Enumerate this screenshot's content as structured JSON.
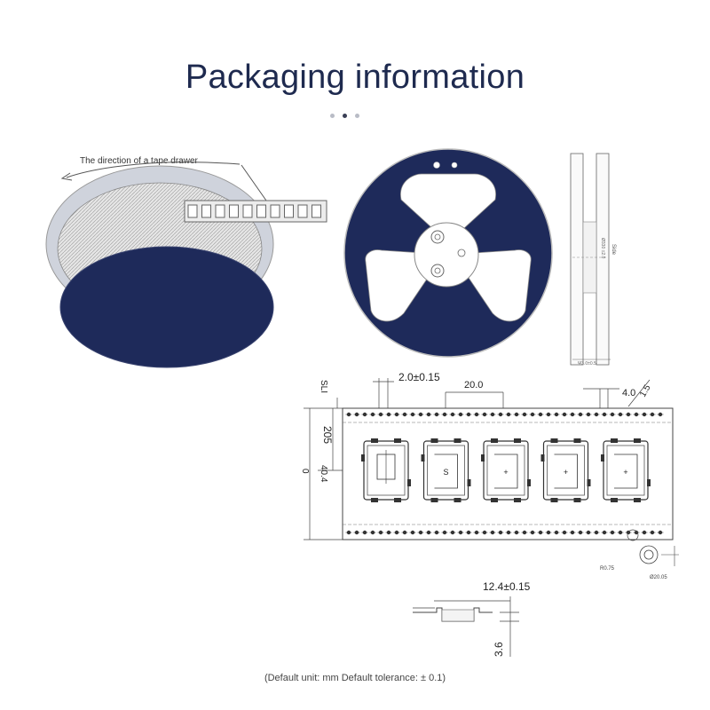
{
  "page": {
    "title": "Packaging information",
    "carousel_dots": 3,
    "active_dot": 1,
    "footer_note": "(Default unit: mm Default tolerance: ± 0.1)"
  },
  "reel_perspective": {
    "direction_label": "The direction of a tape drawer",
    "pocket_count": 10
  },
  "reel_side": {
    "side_label": "Side",
    "dimension_label": "Ø330 ±2.0",
    "bottom_label": "Ψ3.0±0.5"
  },
  "tape_drawing": {
    "dimensions": {
      "hole_width": "2.0±0.15",
      "pitch": "20.0",
      "sprocket_pitch": "4.0",
      "hole_diameter": "1.5",
      "top_edge": "SLI",
      "edge_to_center": "205",
      "tape_width": "40.4",
      "zero_ref": "0",
      "corner_radius": "R0.75",
      "hole_small": "Ø20.05",
      "cavity_depth": "12.4±0.15",
      "tape_thickness": "3.6"
    },
    "pocket_marks": [
      "",
      "S",
      "+",
      "+",
      "+"
    ]
  },
  "colors": {
    "navy": "#1e2a5a",
    "line": "#555555",
    "light_gray": "#d9dbe2"
  }
}
